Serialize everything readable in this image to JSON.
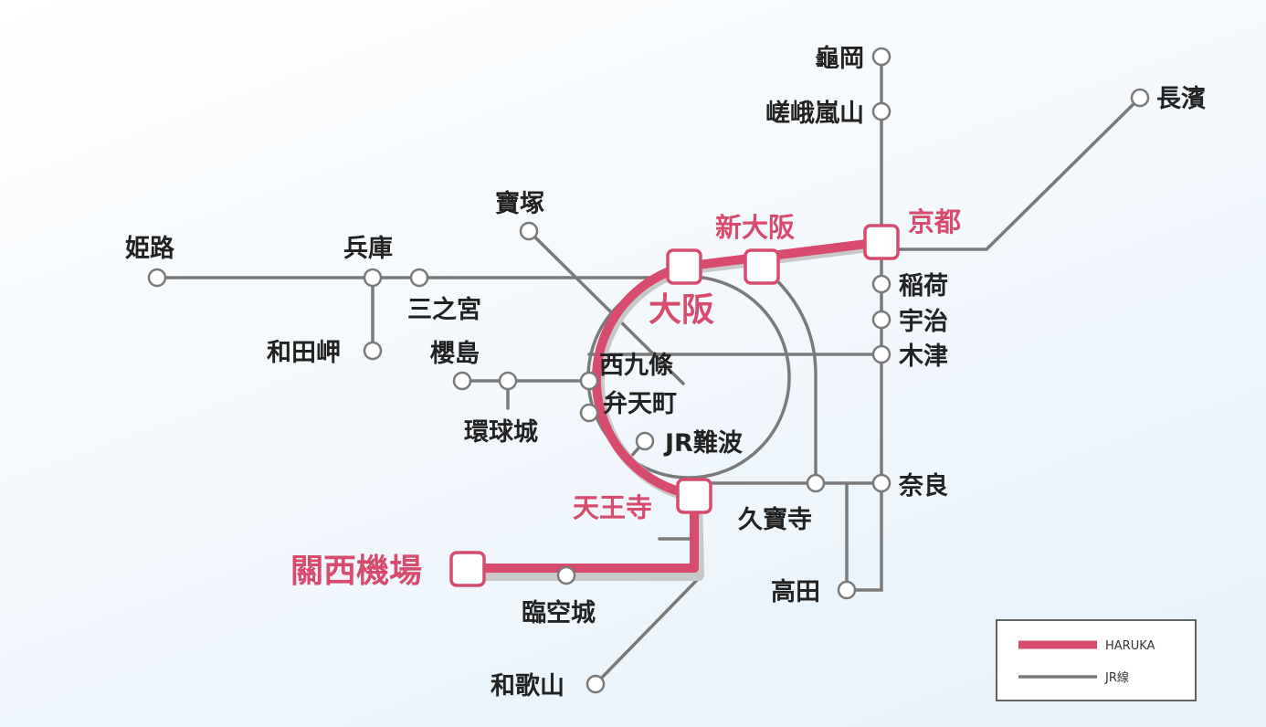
{
  "colors": {
    "haruka": "#d64b6e",
    "jr": "#7a7a7a",
    "station_fill": "#ffffff"
  },
  "stations": {
    "kameoka": "龜岡",
    "saga_arashiyama": "嵯峨嵐山",
    "nagahama": "長濱",
    "takarazuka": "寶塚",
    "himeji": "姫路",
    "hyogo": "兵庫",
    "shin_osaka": "新大阪",
    "kyoto": "京都",
    "sannomiya": "三之宮",
    "osaka": "大阪",
    "inari": "稲荷",
    "wadamisaki": "和田岬",
    "sakurajima": "櫻島",
    "nishikujo": "西九條",
    "uji": "宇治",
    "kizu": "木津",
    "bentencho": "弁天町",
    "universal_city": "環球城",
    "jr_namba": "JR難波",
    "tennoji": "天王寺",
    "nara": "奈良",
    "kudara": "久寶寺",
    "kansai_airport": "關西機場",
    "rinku": "臨空城",
    "takada": "高田",
    "wakayama": "和歌山"
  },
  "legend": {
    "haruka": "HARUKA",
    "jr": "JR線"
  }
}
